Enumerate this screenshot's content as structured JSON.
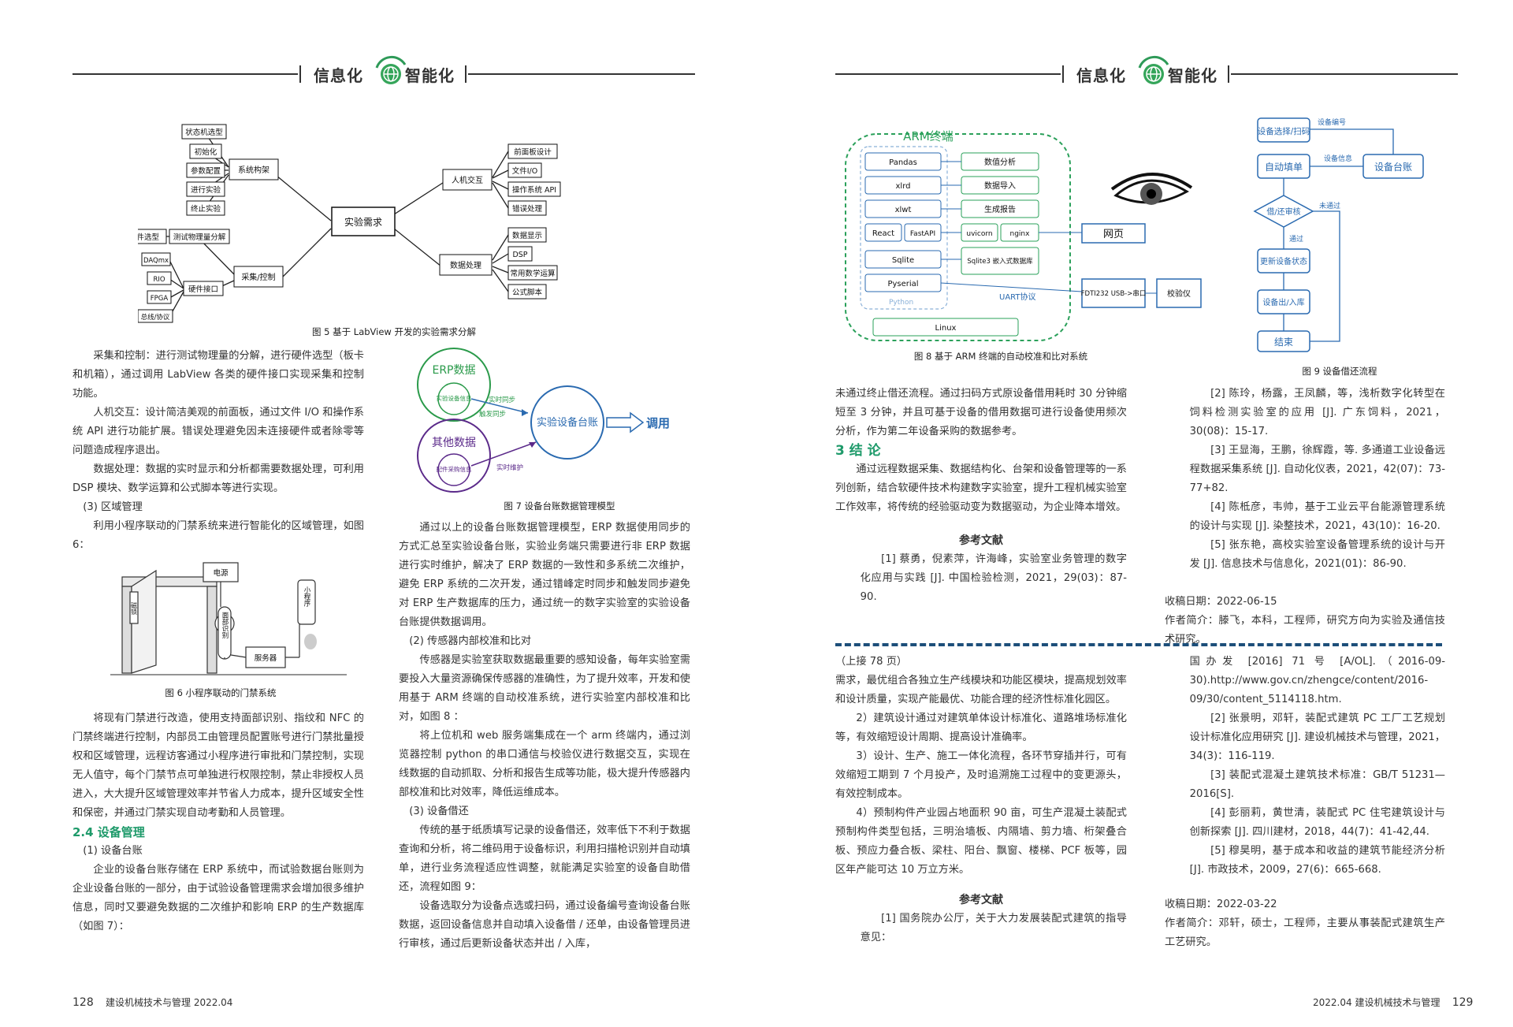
{
  "header": {
    "left": "信息化",
    "right": "智能化"
  },
  "footer": {
    "left_num": "128",
    "left_text": "建设机械技术与管理  2022.04",
    "right_text": "2022.04  建设机械技术与管理",
    "right_num": "129"
  },
  "fig5": {
    "caption": "图 5   基于 LabView 开发的实验需求分解",
    "center": "实验需求",
    "branch1": "系统构架",
    "b1_items": [
      "状态机选型",
      "初始化",
      "参数配置",
      "进行实验",
      "终止实验"
    ],
    "branch2": "人机交互",
    "b2_items": [
      "前面板设计",
      "文件I/O",
      "操作系统 API",
      "错误处理"
    ],
    "branch3": "采集/控制",
    "b3_a": "硬件选型",
    "b3_a2": "测试物理量分解",
    "b3_b": "硬件接口",
    "b3_b_items": [
      "DAQmx",
      "RIO",
      "FPGA",
      "总线/协议"
    ],
    "branch4": "数据处理",
    "b4_items": [
      "数据显示",
      "DSP",
      "常用数学运算",
      "公式脚本"
    ]
  },
  "fig6": {
    "caption": "图 6   小程序联动的门禁系统",
    "power": "电源",
    "lock": "磁锁",
    "face": "面部识别",
    "server": "服务器",
    "app": "小程序"
  },
  "fig7": {
    "caption": "图 7   设备台账数据管理模型",
    "erp": "ERP数据",
    "erp_inner": "实验设备信息",
    "other": "其他数据",
    "other_inner": "配件采购信息",
    "sync1": "实时同步",
    "sync2": "触发同步",
    "maint": "实时维护",
    "ledger": "实验设备台账",
    "use": "调用"
  },
  "fig8": {
    "caption": "图 8   基于 ARM 终端的自动校准和比对系统",
    "arm": "ARM终端",
    "py_items": [
      "Pandas",
      "xlrd",
      "xlwt",
      "React",
      "FastAPI",
      "Sqlite",
      "Pyserial"
    ],
    "func_items": [
      "数值分析",
      "数据导入",
      "生成报告",
      "uvicorn",
      "nginx",
      "Sqlite3 嵌入式数据库"
    ],
    "python": "Python",
    "linux": "Linux",
    "web": "网页",
    "usb": "FDTI232 USB->串口",
    "uart": "UART协议",
    "calib": "校验仪"
  },
  "fig9": {
    "caption": "图 9   设备借还流程",
    "select": "设备选择/扫码",
    "code": "设备编号",
    "ledger": "设备台账",
    "auto": "自动填单",
    "info": "设备信息",
    "audit": "借/还审核",
    "fail": "未通过",
    "pass": "通过",
    "update": "更新设备状态",
    "inout": "设备出/入库",
    "end": "结束"
  },
  "left_col1": [
    "采集和控制：进行测试物理量的分解，进行硬件选型（板卡和机箱），通过调用 LabView 各类的硬件接口实现采集和控制功能。",
    "人机交互：设计简洁美观的前面板，通过文件 I/O 和操作系统 API 进行功能扩展。错误处理避免因未连接硬件或者除零等问题造成程序退出。",
    "数据处理：数据的实时显示和分析都需要数据处理，可利用 DSP 模块、数学运算和公式脚本等进行实现。",
    "(3) 区域管理",
    "利用小程序联动的门禁系统来进行智能化的区域管理，如图 6："
  ],
  "left_col1b": [
    "将现有门禁进行改造，使用支持面部识别、指纹和 NFC 的门禁终端进行控制，内部员工由管理员配置账号进行门禁批量授权和区域管理，远程访客通过小程序进行审批和门禁控制，实现无人值守，每个门禁节点可单独进行权限控制，禁止非授权人员进入，大大提升区域管理效率并节省人力成本，提升区域安全性和保密，并通过门禁实现自动考勤和人员管理。",
    "2.4  设备管理",
    "(1) 设备台账",
    "企业的设备台账存储在 ERP 系统中，而试验数据台账则为企业设备台账的一部分，由于试验设备管理需求会增加很多维护信息，同时又要避免数据的二次维护和影响 ERP 的生产数据库（如图 7）："
  ],
  "left_col2": [
    "通过以上的设备台账数据管理模型，ERP 数据使用同步的方式汇总至实验设备台账，实验业务端只需要进行非 ERP 数据进行实时维护，解决了 ERP 数据的一致性和多系统二次维护，避免 ERP 系统的二次开发，通过错峰定时同步和触发同步避免对 ERP 生产数据库的压力，通过统一的数字实验室的实验设备台账提供数据调用。",
    "(2) 传感器内部校准和比对",
    "传感器是实验室获取数据最重要的感知设备，每年实验室需要投入大量资源确保传感器的准确性，为了提升效率，开发和使用基于 ARM 终端的自动校准系统，进行实验室内部校准和比对，如图 8 ：",
    "将上位机和 web 服务端集成在一个 arm 终端内，通过浏览器控制 python 的串口通信与校验仪进行数据交互，实现在线数据的自动抓取、分析和报告生成等功能，极大提升传感器内部校准和比对效率，降低运维成本。",
    "(3) 设备借还",
    "传统的基于纸质填写记录的设备借还，效率低下不利于数据查询和分析，将二维码用于设备标识，利用扫描枪识别并自动填单，进行业务流程适应性调整，就能满足实验室的设备自助借还，流程如图 9：",
    "设备选取分为设备点选或扫码，通过设备编号查询设备台账数据，返回设备信息并自动填入设备借 / 还单，由设备管理员进行审核，通过后更新设备状态并出 / 入库，"
  ],
  "right_col1": [
    "未通过终止借还流程。通过扫码方式原设备借用耗时 30 分钟缩短至 3 分钟，并且可基于设备的借用数据可进行设备使用频次分析，作为第二年设备采购的数据参考。",
    "3  结  论",
    "通过远程数据采集、数据结构化、台架和设备管理等的一系列创新，结合软硬件技术构建数字实验室，提升工程机械实验室工作效率，将传统的经验驱动变为数据驱动，为企业降本增效。",
    "参考文献",
    "[1]  蔡勇，倪素萍，许海峰，实验室业务管理的数字化应用与实践 [J]. 中国检验检测，2021，29(03)：87-90."
  ],
  "right_col2": [
    "[2]  陈玲，杨露，王凤麟，等，浅析数字化转型在饲料检测实验室的应用 [J]. 广东饲料，2021，30(08)：15-17.",
    "[3]  王显海，王鹏，徐辉霞，等. 多通道工业设备远程数据采集系统 [J]. 自动化仪表，2021，42(07)：73-77+82.",
    "[4]  陈柢彦，韦帅，基于工业云平台能源管理系统的设计与实现 [J]. 染整技术，2021，43(10)：16-20.",
    "[5]  张东艳，高校实验室设备管理系统的设计与开发 [J]. 信息技术与信息化，2021(01)：86-90.",
    "收稿日期：2022-06-15",
    "作者简介：滕飞，本科，工程师，研究方向为实验及通信技术研究。"
  ],
  "right_col3": [
    "（上接 78 页）",
    "需求，最优组合各独立生产线模块和功能区模块，提高规划效率和设计质量，实现产能最优、功能合理的经济性标准化园区。",
    "2）建筑设计通过对建筑单体设计标准化、道路堆场标准化等，有效缩短设计周期、提高设计准确率。",
    "3）设计、生产、施工一体化流程，各环节穿插并行，可有效缩短工期到 7 个月投产，及时追溯施工过程中的变更源头，有效控制成本。",
    "4）预制构件产业园占地面积 90 亩，可生产混凝土装配式预制构件类型包括，三明治墙板、内隔墙、剪力墙、桁架叠合板、预应力叠合板、梁柱、阳台、飘窗、楼梯、PCF 板等，园区年产能可达 10 万立方米。",
    "参考文献",
    "[1]  国务院办公厅，关于大力发展装配式建筑的指导意见："
  ],
  "right_col4": [
    "国办发 [2016] 71 号 [A/OL].（2016-09-30).http://www.gov.cn/zhengce/content/2016-09/30/content_5114118.htm.",
    "[2]  张景明，邓轩，装配式建筑 PC 工厂工艺规划设计标准化应用研究 [J]. 建设机械技术与管理，2021，34(3)：116-119.",
    "[3]  装配式混凝土建筑技术标准：GB/T 51231—2016[S].",
    "[4]  彭丽莉，黄世清，装配式 PC 住宅建筑设计与创新探索 [J]. 四川建材，2018，44(7)：41-42,44.",
    "[5]  穆昊明，基于成本和收益的建筑节能经济分析 [J]. 市政技术，2009，27(6)：665-668.",
    "收稿日期：2022-03-22",
    "作者简介：邓轩，硕士，工程师，主要从事装配式建筑生产工艺研究。"
  ]
}
